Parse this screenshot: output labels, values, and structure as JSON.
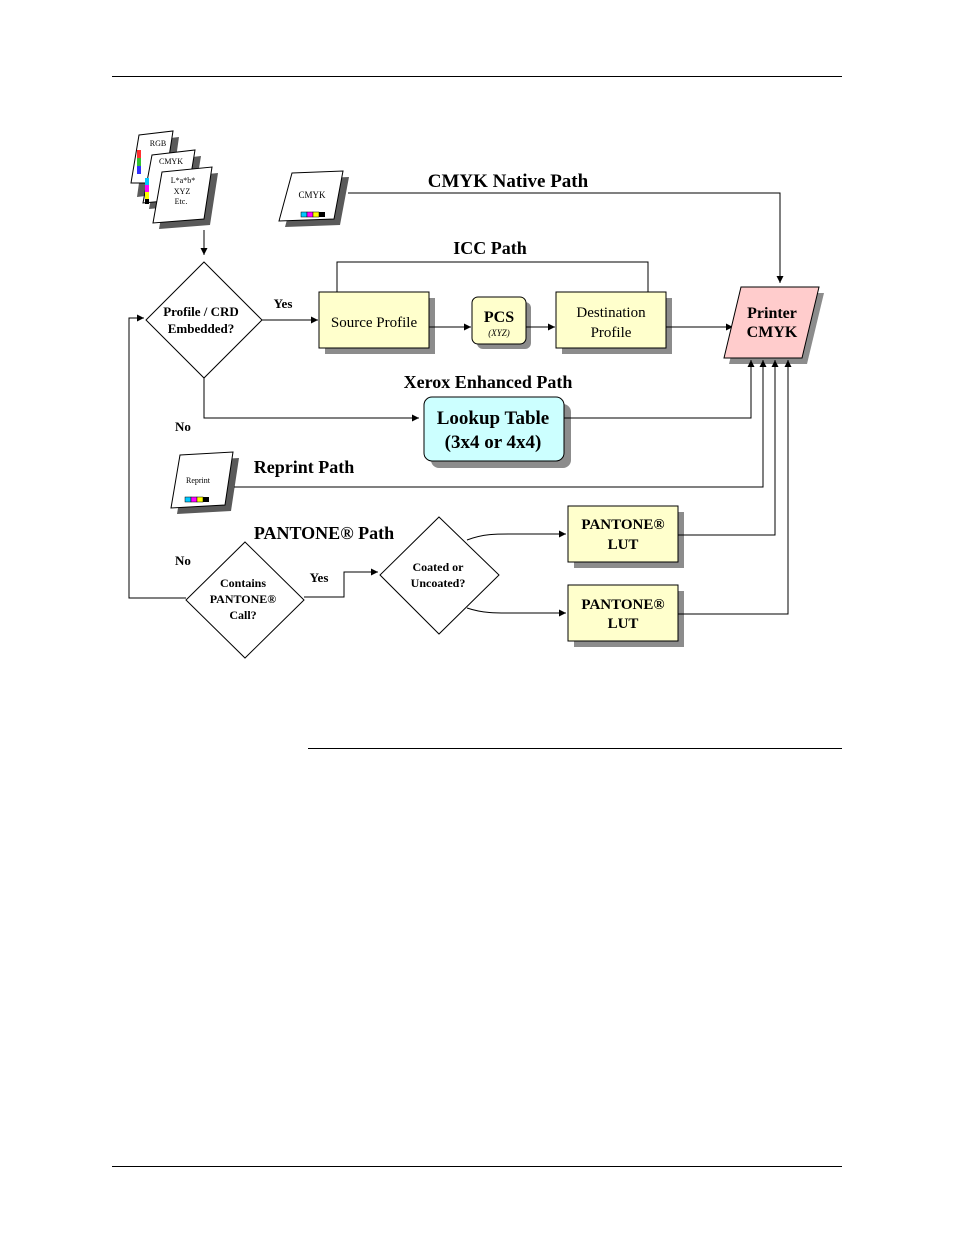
{
  "diagram": {
    "documents": {
      "rgb": "RGB",
      "cmyk": "CMYK",
      "lab_line1": "L*a*b*",
      "lab_line2": "XYZ",
      "lab_line3": "Etc."
    },
    "cmyk_native_doc": "CMYK",
    "reprint_doc": "Reprint",
    "path_titles": {
      "cmyk_native": "CMYK Native Path",
      "icc": "ICC Path",
      "xerox": "Xerox Enhanced Path",
      "reprint": "Reprint Path",
      "pantone": "PANTONE® Path"
    },
    "decisions": {
      "profile_line1": "Profile / CRD",
      "profile_line2": "Embedded?",
      "pantone_line1": "Contains",
      "pantone_line2": "PANTONE®",
      "pantone_line3": "Call?",
      "coated_line1": "Coated or",
      "coated_line2": "Uncoated?"
    },
    "boxes": {
      "source_profile": "Source Profile",
      "pcs": "PCS",
      "pcs_sub": "(XYZ)",
      "destination_line1": "Destination",
      "destination_line2": "Profile",
      "printer_line1": "Printer",
      "printer_line2": "CMYK",
      "lookup_line1": "Lookup Table",
      "lookup_line2": "(3x4 or 4x4)",
      "pantone_lut1_line1": "PANTONE®",
      "pantone_lut1_line2": "LUT",
      "pantone_lut2_line1": "PANTONE®",
      "pantone_lut2_line2": "LUT"
    },
    "edge_labels": {
      "yes_profile": "Yes",
      "no_profile": "No",
      "no_pantone": "No",
      "yes_pantone": "Yes"
    },
    "colors": {
      "yellow_box": "#ffffcc",
      "cyan_box": "#ccffff",
      "pink_box": "#ffcccc",
      "shadow": "#8c8c8c"
    }
  }
}
